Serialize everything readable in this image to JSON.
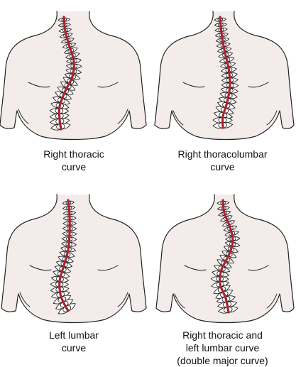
{
  "colors": {
    "skin": "#f3ecea",
    "outline": "#222222",
    "spinal_cord": "#a8242f",
    "vertebra_fill": "#ffffff"
  },
  "panels": [
    {
      "caption": "Right thoracic\ncurve",
      "curve": "right-thoracic"
    },
    {
      "caption": "Right thoracolumbar\ncurve",
      "curve": "right-thoracolumbar"
    },
    {
      "caption": "Left lumbar\ncurve",
      "curve": "left-lumbar"
    },
    {
      "caption": "Right thoracic and\nleft lumbar curve\n(double major curve)",
      "curve": "double-major"
    }
  ]
}
